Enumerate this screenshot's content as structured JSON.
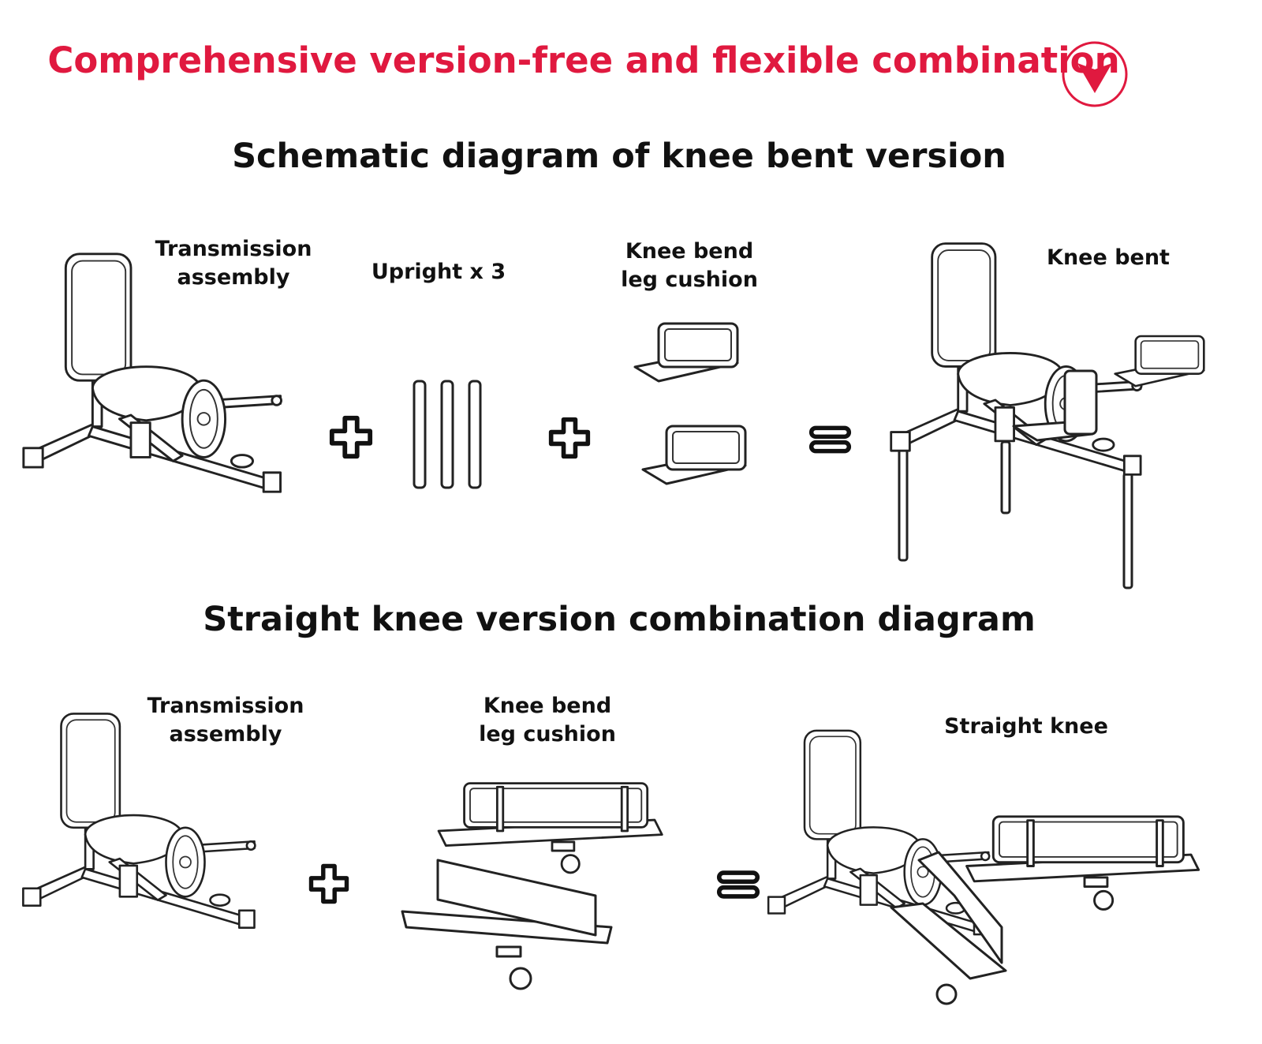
{
  "header": {
    "title": "Comprehensive version-free and flexible combination",
    "accent_color": "#e0193f",
    "badge_icon": "chevron-down-circle-icon"
  },
  "knee_bent_section": {
    "heading": "Schematic diagram of knee bent version",
    "parts": [
      {
        "label_line1": "Transmission",
        "label_line2": "assembly"
      },
      {
        "label_line1": "Upright x 3"
      },
      {
        "label_line1": "Knee bend",
        "label_line2": "leg cushion"
      },
      {
        "label_line1": "Knee bent"
      }
    ]
  },
  "straight_knee_section": {
    "heading": "Straight knee version combination diagram",
    "parts": [
      {
        "label_line1": "Transmission",
        "label_line2": "assembly"
      },
      {
        "label_line1": "Knee bend",
        "label_line2": "leg cushion"
      },
      {
        "label_line1": "Straight knee"
      }
    ]
  }
}
